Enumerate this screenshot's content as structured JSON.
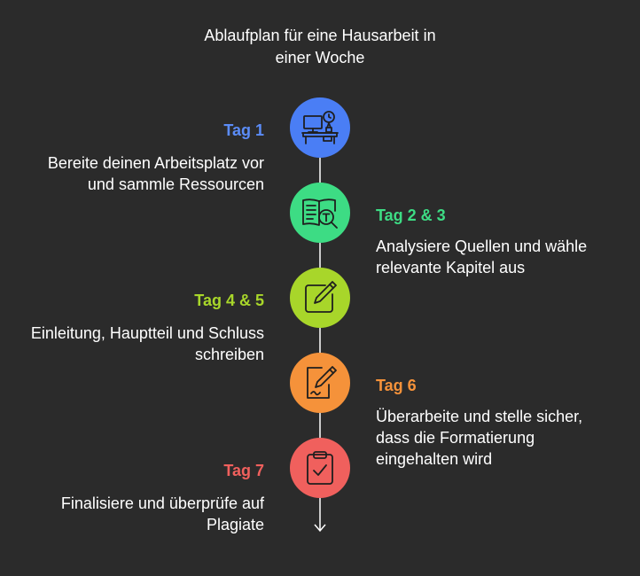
{
  "title": {
    "line1": "Ablaufplan für eine Hausarbeit in",
    "line2": "einer Woche"
  },
  "steps": [
    {
      "label": "Tag 1",
      "desc_line1": "Bereite deinen Arbeitsplatz vor",
      "desc_line2": "und sammle Ressourcen",
      "color": "#4a7ef5",
      "label_color": "#5b8cf7",
      "icon": "desk-computer-icon"
    },
    {
      "label": "Tag 2 & 3",
      "desc_line1": "Analysiere Quellen und wähle",
      "desc_line2": "relevante Kapitel aus",
      "color": "#3ddc84",
      "label_color": "#3ddc84",
      "icon": "book-magnifier-icon"
    },
    {
      "label": "Tag 4 & 5",
      "desc_line1": "Einleitung, Hauptteil und Schluss",
      "desc_line2": "schreiben",
      "color": "#a8d62a",
      "label_color": "#a8d62a",
      "icon": "edit-pencil-icon"
    },
    {
      "label": "Tag 6",
      "desc_line1": "Überarbeite und stelle sicher,",
      "desc_line2": "dass die Formatierung",
      "desc_line3": "eingehalten wird",
      "color": "#f5923a",
      "label_color": "#f5923a",
      "icon": "document-pen-icon"
    },
    {
      "label": "Tag 7",
      "desc_line1": "Finalisiere und überprüfe auf",
      "desc_line2": "Plagiate",
      "color": "#f0605d",
      "label_color": "#f0605d",
      "icon": "clipboard-check-icon"
    }
  ]
}
